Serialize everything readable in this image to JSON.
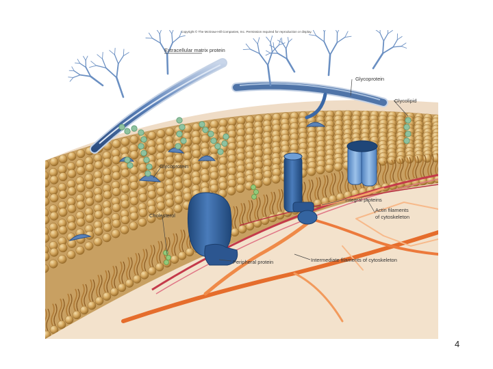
{
  "copyright": "Copyright © The McGraw-Hill Companies, Inc. Permission required for reproduction or display.",
  "labels": {
    "extracellular_matrix_protein": "Extracellular matrix protein",
    "glycoprotein_top": "Glycoprotein",
    "glycolipid": "Glycolipid",
    "glycoprotein_left": "Glycoprotein",
    "integral_proteins": "Integral proteins",
    "actin_filaments_line1": "Actin filaments",
    "actin_filaments_line2": "of cytoskeleton",
    "cholesterol": "Cholesterol",
    "peripheral_protein": "Peripheral protein",
    "intermediate_filaments": "Intermediate filaments of cytoskeleton"
  },
  "page_number": "4",
  "colors": {
    "extracellular": "#ecd8c0",
    "lipid_head": "#c9a25e",
    "lipid_tail": "#b07a35",
    "protein": "#2f5d96",
    "protein_light": "#6f9fd6",
    "sugar": "#8fc2a0",
    "cytoskeleton": "#ec7a3c",
    "actin": "#c43a4a"
  }
}
